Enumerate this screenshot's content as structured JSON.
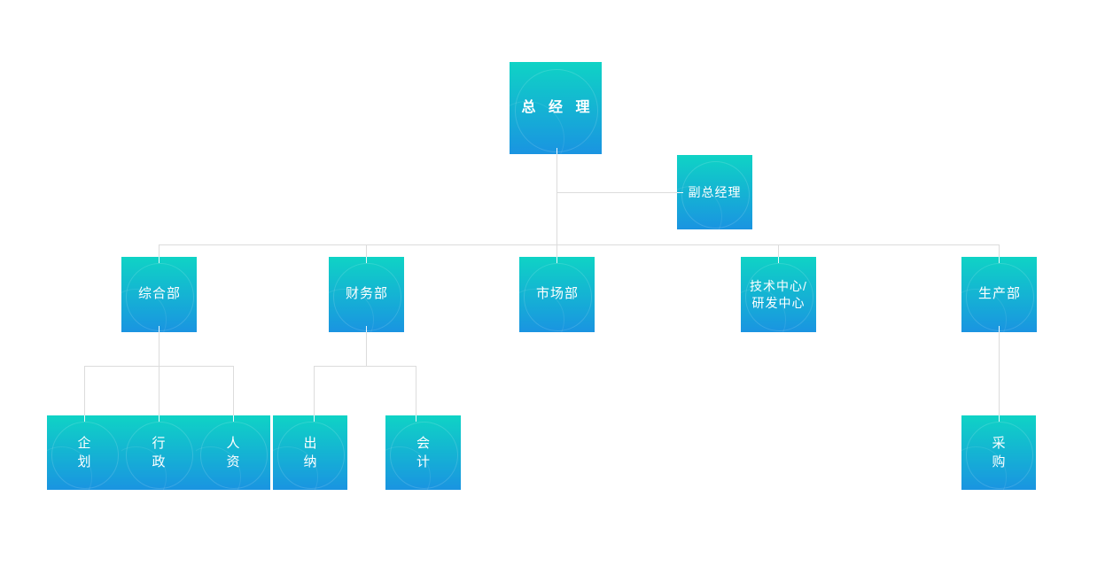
{
  "diagram": {
    "type": "org-chart",
    "colors": {
      "box_gradient_top": "#0fd3c5",
      "box_gradient_bottom": "#1a94e1",
      "label_text": "#ffffff",
      "connector": "#dcdcdc",
      "background": "#ffffff"
    },
    "nodes": {
      "general_manager": {
        "label": "总 经 理",
        "parent": null
      },
      "deputy_general_manager": {
        "label": "副总经理",
        "parent": "general_manager"
      },
      "general_dept": {
        "label": "综合部",
        "parent": "general_manager"
      },
      "finance_dept": {
        "label": "财务部",
        "parent": "general_manager"
      },
      "marketing_dept": {
        "label": "市场部",
        "parent": "general_manager"
      },
      "tech_rd_center": {
        "label": "技术中心/研发中心",
        "lines": [
          "技术中心/",
          "研发中心"
        ],
        "parent": "general_manager"
      },
      "production_dept": {
        "label": "生产部",
        "parent": "general_manager"
      },
      "planning": {
        "label": "企划",
        "lines": [
          "企",
          "划"
        ],
        "parent": "general_dept"
      },
      "administration": {
        "label": "行政",
        "lines": [
          "行",
          "政"
        ],
        "parent": "general_dept"
      },
      "human_resources": {
        "label": "人资",
        "lines": [
          "人",
          "资"
        ],
        "parent": "general_dept"
      },
      "cashier": {
        "label": "出纳",
        "lines": [
          "出",
          "纳"
        ],
        "parent": "finance_dept"
      },
      "accounting": {
        "label": "会计",
        "lines": [
          "会",
          "计"
        ],
        "parent": "finance_dept"
      },
      "procurement": {
        "label": "采购",
        "lines": [
          "采",
          "购"
        ],
        "parent": "production_dept"
      }
    }
  }
}
